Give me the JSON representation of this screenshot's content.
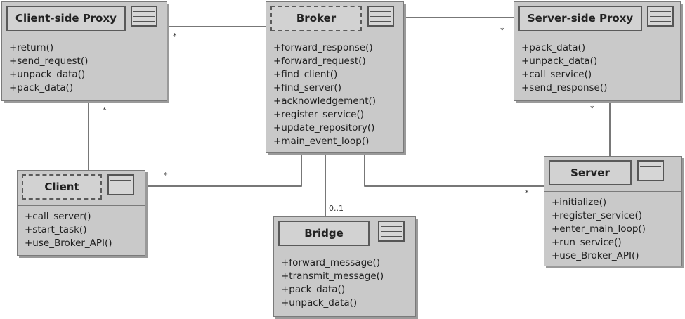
{
  "classes": [
    {
      "id": "client-side-proxy",
      "name": "Client-side Proxy",
      "operations": [
        "+return()",
        "+send_request()",
        "+unpack_data()",
        "+pack_data()"
      ]
    },
    {
      "id": "broker",
      "name": "Broker",
      "operations": [
        "+forward_response()",
        "+forward_request()",
        "+find_client()",
        "+find_server()",
        "+acknowledgement()",
        "+register_service()",
        "+update_repository()",
        "+main_event_loop()"
      ]
    },
    {
      "id": "server-side-proxy",
      "name": "Server-side Proxy",
      "operations": [
        "+pack_data()",
        "+unpack_data()",
        "+call_service()",
        "+send_response()"
      ]
    },
    {
      "id": "client",
      "name": "Client",
      "operations": [
        "+call_server()",
        "+start_task()",
        "+use_Broker_API()"
      ]
    },
    {
      "id": "bridge",
      "name": "Bridge",
      "operations": [
        "+forward_message()",
        "+transmit_message()",
        "+pack_data()",
        "+unpack_data()"
      ]
    },
    {
      "id": "server",
      "name": "Server",
      "operations": [
        "+initialize()",
        "+register_service()",
        "+enter_main_loop()",
        "+run_service()",
        "+use_Broker_API()"
      ]
    }
  ],
  "multiplicities": {
    "csp_broker": "*",
    "csp_client": "*",
    "client_broker": "*",
    "ssp_broker": "*",
    "ssp_server": "*",
    "broker_server": "*",
    "broker_bridge": "0..1"
  },
  "colors": {
    "box_fill": "#c9c9c9",
    "line": "#4a4a4a",
    "border": "#7a7a7a"
  }
}
